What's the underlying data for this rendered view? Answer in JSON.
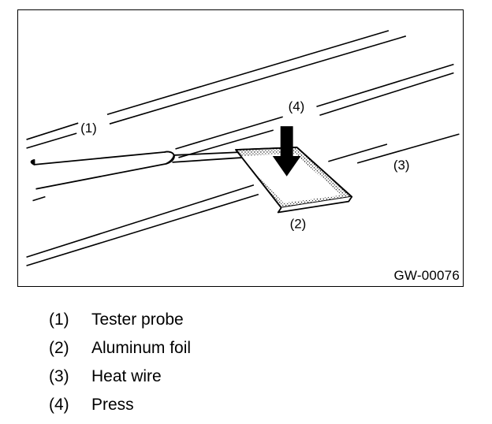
{
  "figure": {
    "code": "GW-00076",
    "callouts": {
      "c1": "(1)",
      "c2": "(2)",
      "c3": "(3)",
      "c4": "(4)"
    }
  },
  "legend": [
    {
      "number": "(1)",
      "label": "Tester probe"
    },
    {
      "number": "(2)",
      "label": "Aluminum foil"
    },
    {
      "number": "(3)",
      "label": "Heat wire"
    },
    {
      "number": "(4)",
      "label": "Press"
    }
  ],
  "colors": {
    "ink": "#000000",
    "paper": "#ffffff"
  }
}
